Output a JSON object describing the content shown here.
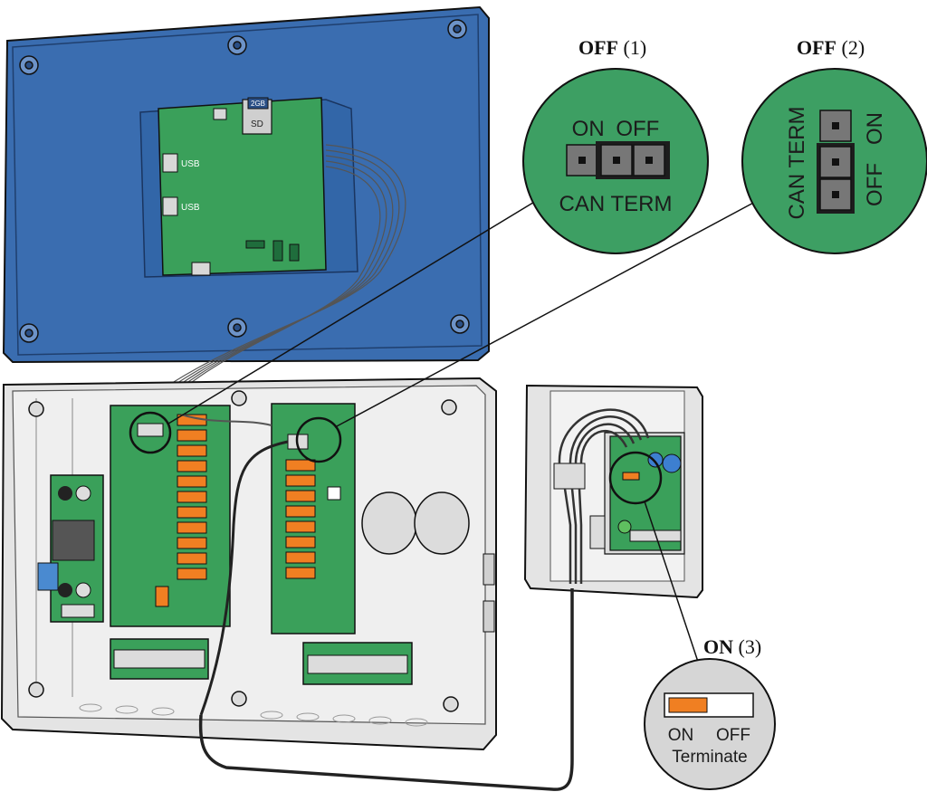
{
  "callouts": [
    {
      "title_strong": "OFF",
      "title_num": "(1)",
      "labels": {
        "on": "ON",
        "off": "OFF",
        "bottom": "CAN TERM"
      }
    },
    {
      "title_strong": "OFF",
      "title_num": "(2)",
      "labels": {
        "side": "CAN TERM",
        "off": "OFF",
        "on": "ON"
      }
    },
    {
      "title_strong": "ON",
      "title_num": "(3)",
      "labels": {
        "on": "ON",
        "off": "OFF",
        "bottom": "Terminate"
      }
    }
  ],
  "display_board": {
    "usb1": "USB",
    "usb2": "USB",
    "sd": "SD",
    "card": "2GB"
  },
  "colors": {
    "panel_blue": "#3a6db0",
    "board_green": "#3aa05a",
    "callout_green": "#3d9f63",
    "relay_orange": "#f07f22",
    "enclosure_gray": "#e4e4e4",
    "switch_orange": "#f07f22"
  }
}
